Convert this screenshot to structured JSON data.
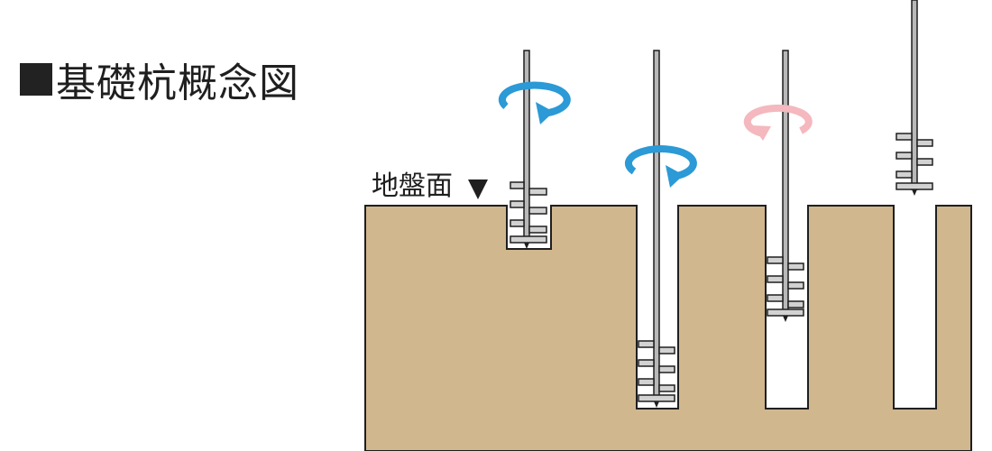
{
  "title": {
    "marker": "■",
    "text": "基礎杭概念図"
  },
  "ground": {
    "label": "地盤面",
    "marker_icon": "down-triangle-icon"
  },
  "colors": {
    "soil": "#d1b78e",
    "hole": "#ffffff",
    "outline": "#1f1f1f",
    "shaft": "#b8b8b8",
    "blade": "#d2d2d2",
    "rotation_active": "#2b9ad6",
    "rotation_reverse": "#f4b8be"
  },
  "stages": [
    {
      "stage": 1,
      "rotation": "clockwise",
      "rotation_color": "rotation_active",
      "depth_state": "shallow"
    },
    {
      "stage": 2,
      "rotation": "clockwise",
      "rotation_color": "rotation_active",
      "depth_state": "deep"
    },
    {
      "stage": 3,
      "rotation": "counter-clockwise",
      "rotation_color": "rotation_reverse",
      "depth_state": "withdrawing"
    },
    {
      "stage": 4,
      "rotation": "none",
      "rotation_color": "",
      "depth_state": "removed"
    }
  ]
}
